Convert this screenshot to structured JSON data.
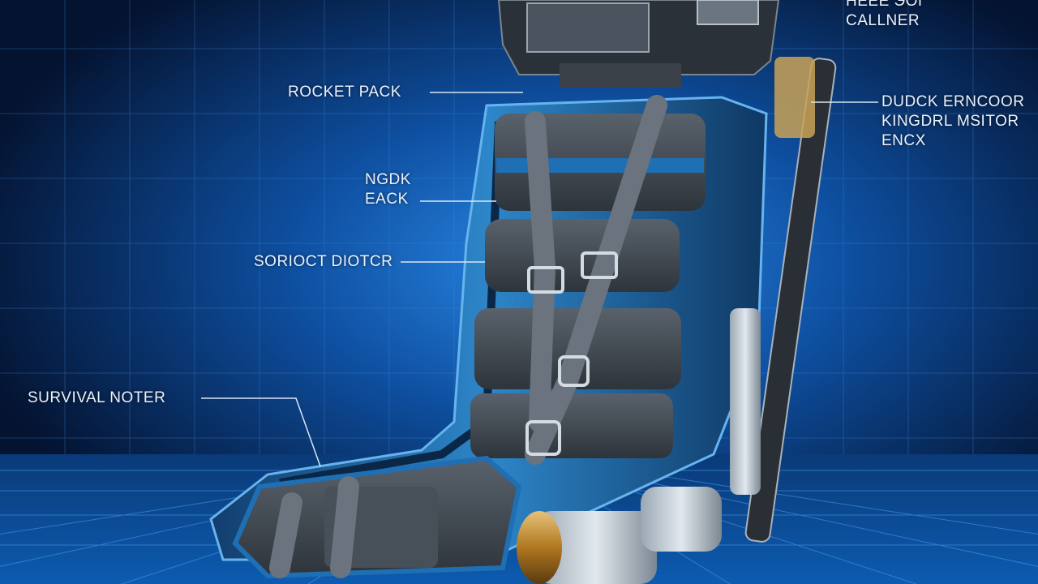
{
  "colors": {
    "background_deep": "#04132b",
    "background_glow": "#1e78d8",
    "grid": "#3a86d6",
    "seat_blue": "#1f6fb5",
    "cushion_gray": "#3e4650",
    "strap_gray": "#5a636d",
    "canister_gold": "#c98a2a",
    "label_text": "#eaf2ff"
  },
  "callouts": [
    {
      "id": "top-right",
      "lines": [
        "HEEE ЭОГ",
        "CALLNER"
      ]
    },
    {
      "id": "rocket-pack",
      "lines": [
        "ROCKET PACK"
      ]
    },
    {
      "id": "right",
      "lines": [
        "DUDCK ERNCOOR",
        "KINGDRL MSITOR",
        "ENCX"
      ]
    },
    {
      "id": "back",
      "lines": [
        "NGDK",
        "EACK"
      ]
    },
    {
      "id": "soriocl",
      "lines": [
        "SORIOCT DIOTCR"
      ]
    },
    {
      "id": "survival",
      "lines": [
        "SURVIVAL NOTER"
      ]
    }
  ]
}
